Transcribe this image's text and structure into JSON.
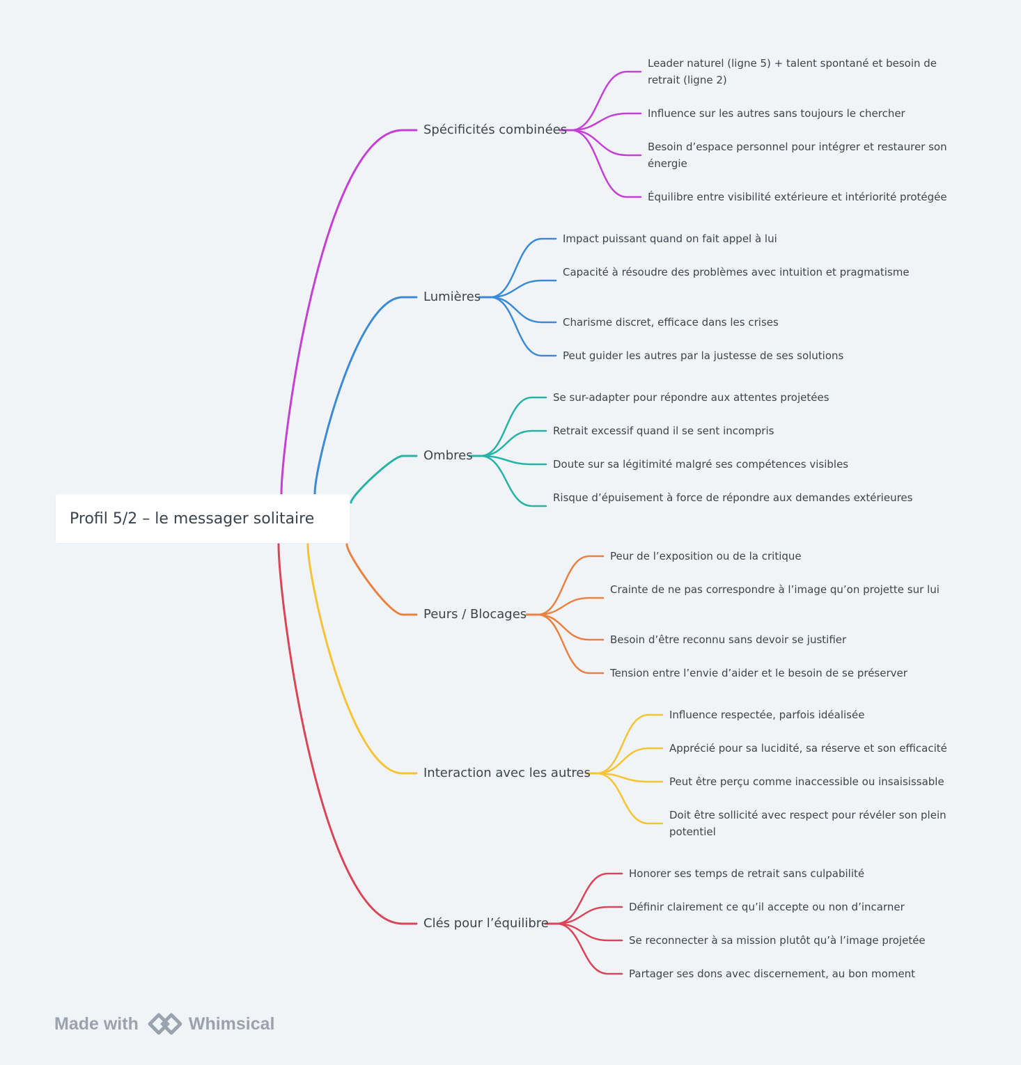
{
  "root": {
    "title": "Profil 5/2 – le messager solitaire"
  },
  "branches": [
    {
      "label": "Spécificités combinées",
      "color": "#c53fd6",
      "items": [
        "Leader naturel (ligne 5) + talent spontané et besoin de retrait (ligne 2)",
        "Influence sur les autres sans toujours le chercher",
        "Besoin d’espace personnel pour intégrer et restaurer son énergie",
        "Équilibre entre visibilité extérieure et intériorité protégée"
      ]
    },
    {
      "label": "Lumières",
      "color": "#3a8ad8",
      "items": [
        "Impact puissant quand on fait appel à lui",
        "Capacité à résoudre des problèmes avec intuition et pragmatisme",
        "Charisme discret, efficace dans les crises",
        "Peut guider les autres par la justesse de ses solutions"
      ]
    },
    {
      "label": "Ombres",
      "color": "#24b3a5",
      "items": [
        "Se sur-adapter pour répondre aux attentes projetées",
        "Retrait excessif quand il se sent incompris",
        "Doute sur sa légitimité malgré ses compétences visibles",
        "Risque d’épuisement à force de répondre aux demandes extérieures"
      ]
    },
    {
      "label": "Peurs / Blocages",
      "color": "#ea8140",
      "items": [
        "Peur de l’exposition ou de la critique",
        "Crainte de ne pas correspondre à l’image qu’on projette sur lui",
        "Besoin d’être reconnu sans devoir se justifier",
        "Tension entre l’envie d’aider et le besoin de se préserver"
      ]
    },
    {
      "label": "Interaction avec les autres",
      "color": "#f5c333",
      "items": [
        "Influence respectée, parfois idéalisée",
        "Apprécié pour sa lucidité, sa réserve et son efficacité",
        "Peut être perçu comme inaccessible ou insaisissable",
        "Doit être sollicité avec respect pour révéler son plein potentiel"
      ]
    },
    {
      "label": "Clés pour l’équilibre",
      "color": "#d94459",
      "items": [
        "Honorer ses temps de retrait sans culpabilité",
        "Définir clairement ce qu’il accepte ou non d’incarner",
        "Se reconnecter à sa mission plutôt qu’à l’image projetée",
        "Partager ses dons avec discernement, au bon moment"
      ]
    }
  ],
  "watermark": {
    "prefix": "Made with",
    "brand": "Whimsical"
  }
}
